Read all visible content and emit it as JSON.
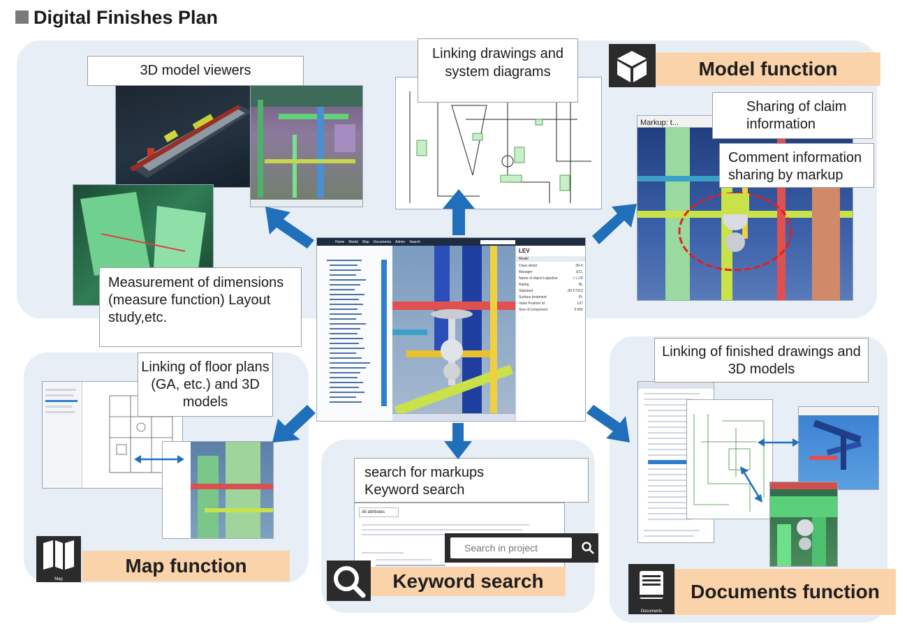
{
  "page": {
    "title": "Digital Finishes Plan"
  },
  "colors": {
    "tag_bg": "#fbd3aa",
    "panel_bg": "#e8eef6",
    "arrow": "#1f6fba",
    "icon_bg": "#2b2b2b"
  },
  "callouts": {
    "viewers": "3D model viewers",
    "drawings": "Linking drawings and system diagrams",
    "claim": "Sharing of claim information",
    "comment": "Comment information sharing by markup",
    "measure": "Measurement of dimensions (measure function) Layout study,etc.",
    "floor": "Linking of floor plans (GA, etc.) and 3D models",
    "finished": "Linking of finished drawings and 3D models",
    "search_markups": "search for markups",
    "keyword": "Keyword search"
  },
  "functions": {
    "model": "Model function",
    "map": "Map function",
    "keyword": "Keyword search",
    "documents": "Documents function"
  },
  "icons": {
    "model": "cube-icon",
    "map": "map-icon",
    "keyword": "magnifier-icon",
    "documents": "book-icon",
    "map_caption": "Map",
    "documents_caption": "Documents"
  },
  "search_ui": {
    "placeholder": "Search in project",
    "filter_label": "All attributes"
  },
  "center_ui": {
    "nav": [
      "Home",
      "Model",
      "Map",
      "Documents",
      "Admin",
      "Search"
    ],
    "props_title": "LEV",
    "props_section": "Model",
    "prop_rows": [
      [
        "Class detail",
        "3D-6"
      ],
      [
        "Manager",
        "ECL"
      ],
      [
        "Name of object's pipeline",
        "1-LOB"
      ],
      [
        "Rating",
        "NL"
      ],
      [
        "Standard",
        "JIS F7312"
      ],
      [
        "Surface treatment",
        "PL"
      ],
      [
        "Valve Position Id",
        "L07"
      ],
      [
        "Size of component",
        "0.050"
      ]
    ]
  },
  "markup_window": {
    "title": "Markup: t..."
  }
}
